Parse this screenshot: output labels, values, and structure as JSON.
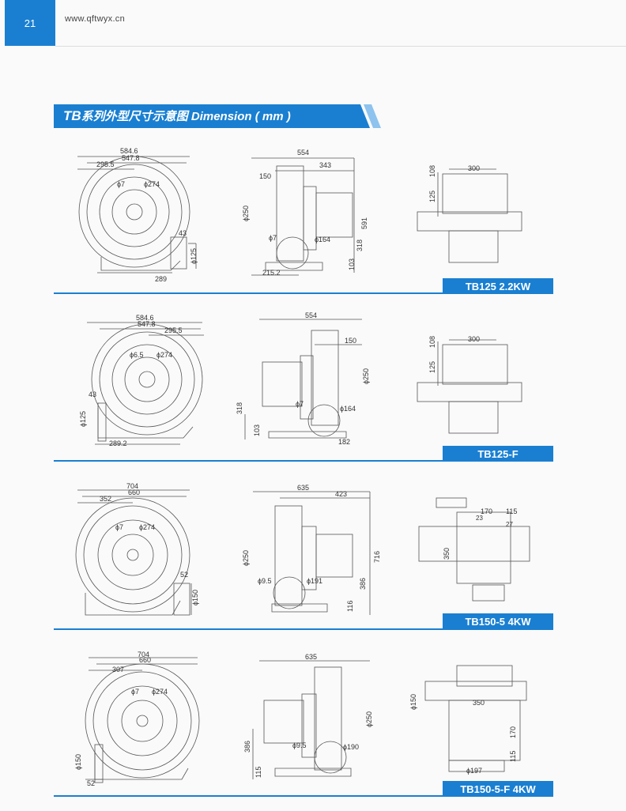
{
  "header": {
    "page_number": "21",
    "url": "www.qftwyx.cn"
  },
  "banner": {
    "prefix": "TB",
    "title": "系列外型尺寸示意图",
    "subtitle": "Dimension ( mm )"
  },
  "colors": {
    "accent": "#1a7fd1",
    "banner_light": "#8dc3ee"
  },
  "rows": [
    {
      "model": "TB125  2.2KW",
      "front": [
        "584.6",
        "547.8",
        "295.5",
        "ϕ7",
        "ϕ274",
        "43",
        "ϕ125",
        "289"
      ],
      "side": [
        "554",
        "343",
        "150",
        "ϕ250",
        "ϕ7",
        "ϕ164",
        "591",
        "318",
        "103",
        "215.2"
      ],
      "top": [
        "300",
        "108",
        "125"
      ]
    },
    {
      "model": "TB125-F",
      "front": [
        "584.6",
        "547.8",
        "295.5",
        "ϕ6.5",
        "ϕ274",
        "43",
        "ϕ125",
        "289.2"
      ],
      "side": [
        "554",
        "150",
        "ϕ250",
        "ϕ7",
        "ϕ164",
        "318",
        "103",
        "182"
      ],
      "top": [
        "300",
        "108",
        "125"
      ]
    },
    {
      "model": "TB150-5 4KW",
      "front": [
        "704",
        "660",
        "352",
        "ϕ7",
        "ϕ274",
        "52",
        "ϕ150"
      ],
      "side": [
        "635",
        "423",
        "ϕ250",
        "ϕ9.5",
        "ϕ191",
        "716",
        "386",
        "116"
      ],
      "top": [
        "170",
        "115",
        "23",
        "27",
        "350"
      ]
    },
    {
      "model": "TB150-5-F  4KW",
      "front": [
        "704",
        "660",
        "307",
        "ϕ7",
        "ϕ274",
        "ϕ150",
        "52"
      ],
      "side": [
        "635",
        "ϕ250",
        "ϕ9.5",
        "ϕ190",
        "386",
        "115"
      ],
      "top": [
        "ϕ150",
        "350",
        "170",
        "115",
        "ϕ197"
      ]
    }
  ]
}
